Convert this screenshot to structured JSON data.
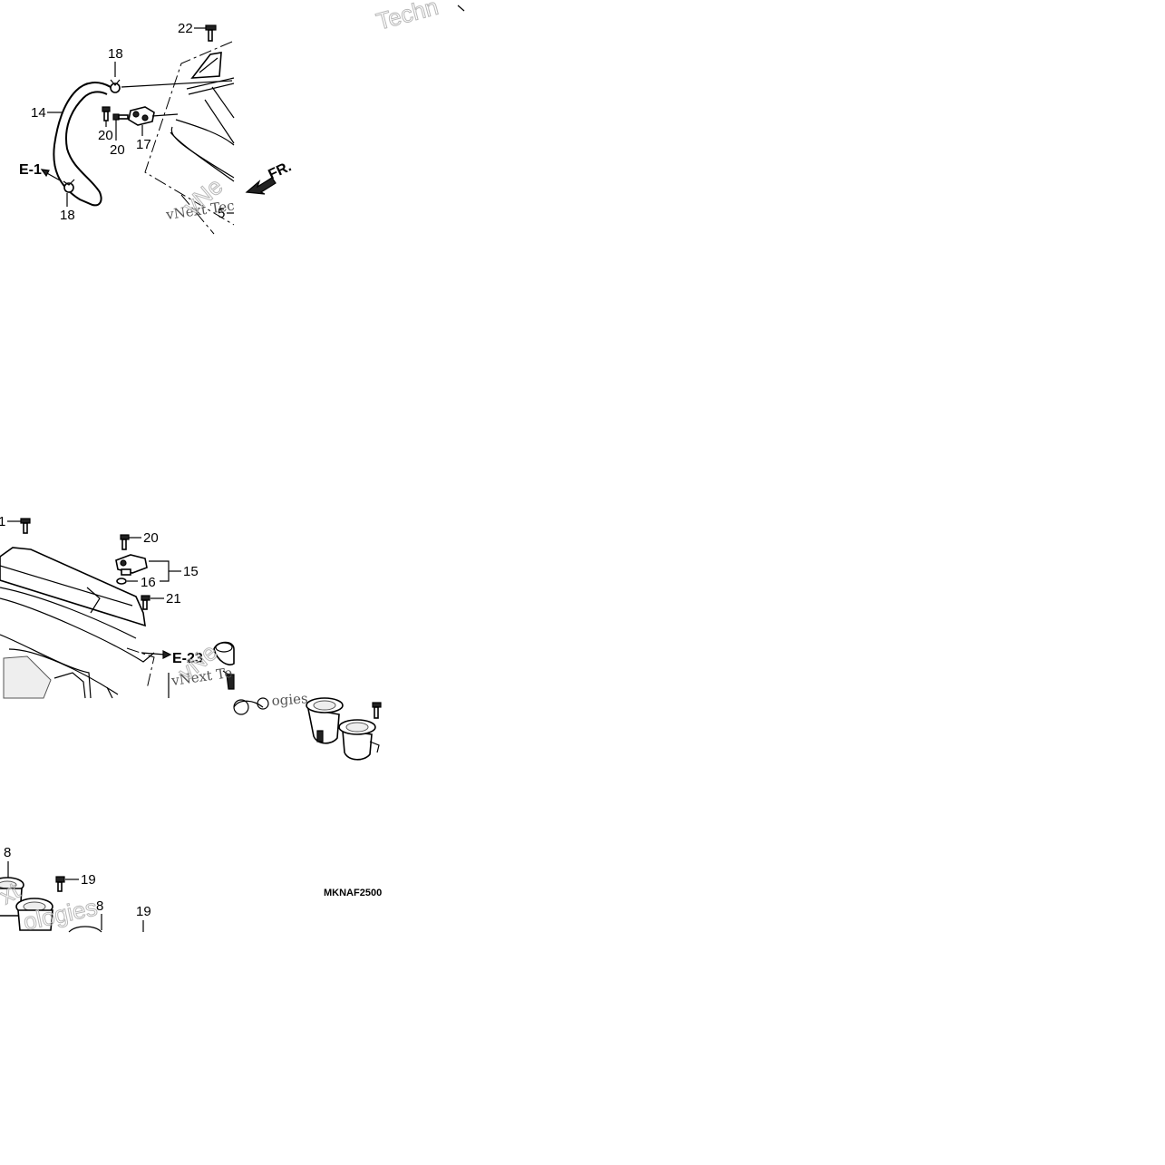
{
  "diagram": {
    "figure_code": "MKNAF2500",
    "callouts": {
      "c22": "22",
      "c18_top": "18",
      "c14": "14",
      "c20_a": "20",
      "c20_b": "20",
      "c17": "17",
      "c18_bottom": "18",
      "c5": "5",
      "c1": "1",
      "c20_c": "20",
      "c15": "15",
      "c16": "16",
      "c21": "21",
      "c8_a": "8",
      "c19_a": "19",
      "c8_b": "8",
      "c19_b": "19"
    },
    "references": {
      "e1": "E-1",
      "e23": "E-23",
      "front_arrow": "FR."
    },
    "watermarks": {
      "top_outline": "Techn",
      "serif_1": "vNext Tec",
      "serif_2": "vNext Te",
      "serif_3": "ogies",
      "outline_2": "ologies",
      "outline_3": "xt",
      "outline_4": "vNe",
      "outline_5": "vNe"
    },
    "icons": [
      "front-arrow-icon"
    ]
  }
}
